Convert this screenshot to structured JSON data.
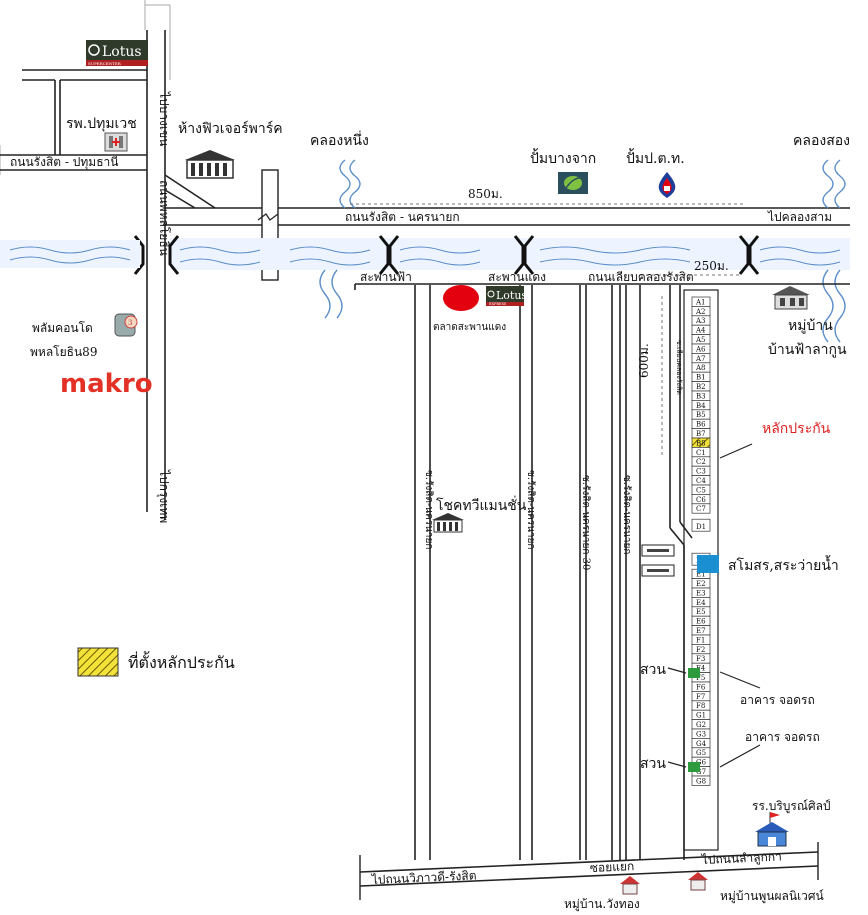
{
  "labels": {
    "lotus_top": "Lotus",
    "lotus_top_sub": "SUPERCENTER",
    "road_phahon": "ถนนพหลโยธิน",
    "road_to_bangkhen": "ไปบางเขน",
    "road_to_krungthep": "ไปกรุงเทพ",
    "hospital": "รพ.ปทุมเวช",
    "future_park": "ห้างฟิวเจอร์พาร์ค",
    "canal_1": "คลองหนึ่ง",
    "canal_2": "คลองสอง",
    "road_rangsit_pathum": "ถนนรังสิต - ปทุมธานี",
    "road_rangsit_nakhon": "ถนนรังสิต - นครนายก",
    "to_khlong_sam": "ไปคลองสาม",
    "dist_850": "850ม.",
    "dist_250": "250ม.",
    "dist_600": "600ม.",
    "pump_bangchak": "ปั้มบางจาก",
    "pump_ptt": "ปั้มป.ต.ท.",
    "bridge_fa": "สะพานฟ้า",
    "bridge_daeng": "สะพานแดง",
    "road_liap_khlong": "ถนนเลียบคลองรังสิต",
    "lotus_mid": "Lotus",
    "lotus_mid_sub": "EXPRESS",
    "market_daeng": "ตลาดสะพานแดง",
    "village_fa_lagoon_1": "หมู่บ้าน",
    "village_fa_lagoon_2": "บ้านฟ้าลากูน",
    "condo_1": "พลัมคอนโด",
    "condo_2": "พหลโยธิน89",
    "makro": "makro",
    "guarantee": "หลักประกัน",
    "showroom": "โชคทวีแมนชั่น",
    "club": "สโมสร,สระว่ายน้ำ",
    "garden_1": "สวน",
    "garden_2": "สวน",
    "parking_1": "อาคาร จอดรถ",
    "parking_2": "อาคาร จอดรถ",
    "school": "รร.บริบูรณ์ศิลป์",
    "road_bottom_left": "ไปถนนวิภาวดี-รังสิต",
    "road_bottom_right": "ไปถนนลำลูกกา",
    "junction": "ซอยแยก",
    "village_wangthong": "หมู่บ้าน.วังทอง",
    "village_poonpon": "หมู่บ้านพูนผลนิเวศน์",
    "legend_text": "ที่ตั้งหลักประกัน",
    "soi_1": "ซ.รังสิต-นครนายก",
    "soi_2": "ซ.รังสิต-นครนายก",
    "soi_3": "ซ.รังสิต-นครนายก 30",
    "soi_4": "ซ.รังสิต-นครนายก",
    "main_soi": "ซ.เลียบคลองรังสิต"
  },
  "plots": {
    "groups": [
      {
        "prefix": "A",
        "count": 8
      },
      {
        "prefix": "B",
        "count": 8
      },
      {
        "prefix": "C",
        "count": 7
      },
      {
        "prefix": "D",
        "count": 2
      },
      {
        "prefix": "E",
        "count": 7
      },
      {
        "prefix": "F",
        "count": 8
      },
      {
        "prefix": "G",
        "count": 8
      }
    ],
    "highlight_label": "B8"
  },
  "colors": {
    "road": "#222222",
    "canal_fill": "#eef4ff",
    "canal_stroke": "#5a8ec8",
    "highlight": "#f2e23a",
    "market_dot": "#e3000f",
    "pool": "#1a8fd1",
    "garden": "#2e9a3e",
    "makro_red": "#e33225",
    "ptt_blue": "#1f3d9a",
    "bangchak_green": "#2c7a3f"
  }
}
